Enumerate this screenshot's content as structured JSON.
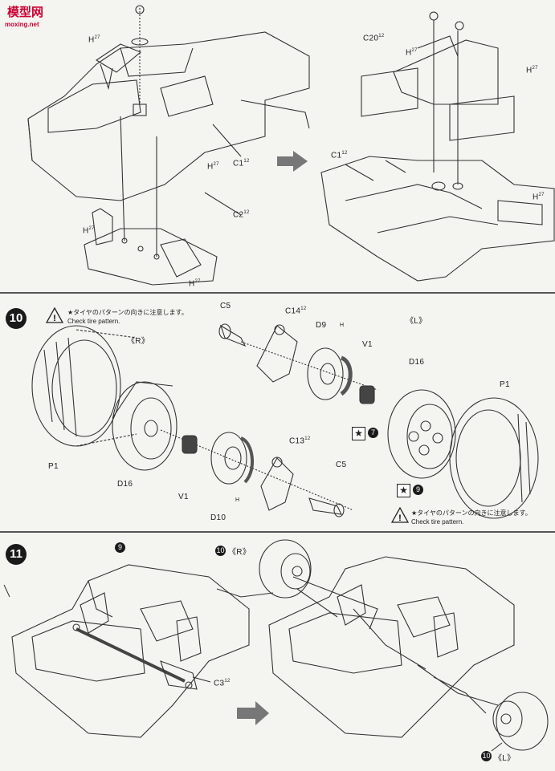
{
  "watermark": {
    "mark": "模型网",
    "site": "moxing.net"
  },
  "panel1": {
    "left_labels": {
      "h_a": "H",
      "h_b": "H",
      "h_c": "H",
      "h_d": "H",
      "c1": "C1",
      "c2": "C2"
    },
    "right_labels": {
      "c20": "C20",
      "h_a": "H",
      "h_b": "H",
      "c1": "C1",
      "h_c": "H"
    },
    "sup": "12",
    "sup_h": "27"
  },
  "step10": {
    "number": "10",
    "warning_jp": "★タイヤのパターンの向きに注意します。",
    "warning_en": "Check tire pattern.",
    "side_r": "《R》",
    "side_l": "《L》",
    "parts": {
      "c5_top": "C5",
      "c14": "C14",
      "d9": "D9",
      "v1_top": "V1",
      "d16_top": "D16",
      "p1_top": "P1",
      "p1_left": "P1",
      "d16_left": "D16",
      "v1_left": "V1",
      "d10": "D10",
      "c13": "C13",
      "c5_bottom": "C5",
      "h_a": "H",
      "h_b": "H"
    },
    "refs": {
      "seven": "7",
      "nine": "9"
    }
  },
  "step11": {
    "number": "11",
    "ref_nine": "9",
    "ref_r": "10",
    "ref_l": "10",
    "side_r": "《R》",
    "side_l": "《L》",
    "c3": "C3"
  },
  "colors": {
    "ink": "#222222",
    "paper": "#f4f4f1",
    "badge": "#1a1a1a"
  }
}
